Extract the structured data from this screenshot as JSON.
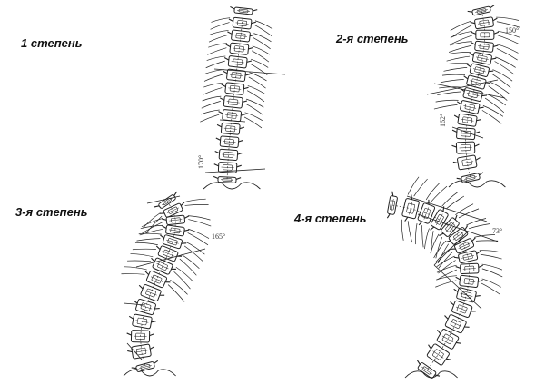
{
  "labels": {
    "degree1": "1 степень",
    "degree2": "2-я степень",
    "degree3": "3-я степень",
    "degree4": "4-я степень"
  },
  "angles": {
    "a1": "170°",
    "a2_top": "150°",
    "a2_mid": "162°",
    "a3": "165°",
    "a4": "73°"
  },
  "colors": {
    "ink": "#222222",
    "background": "#ffffff"
  }
}
